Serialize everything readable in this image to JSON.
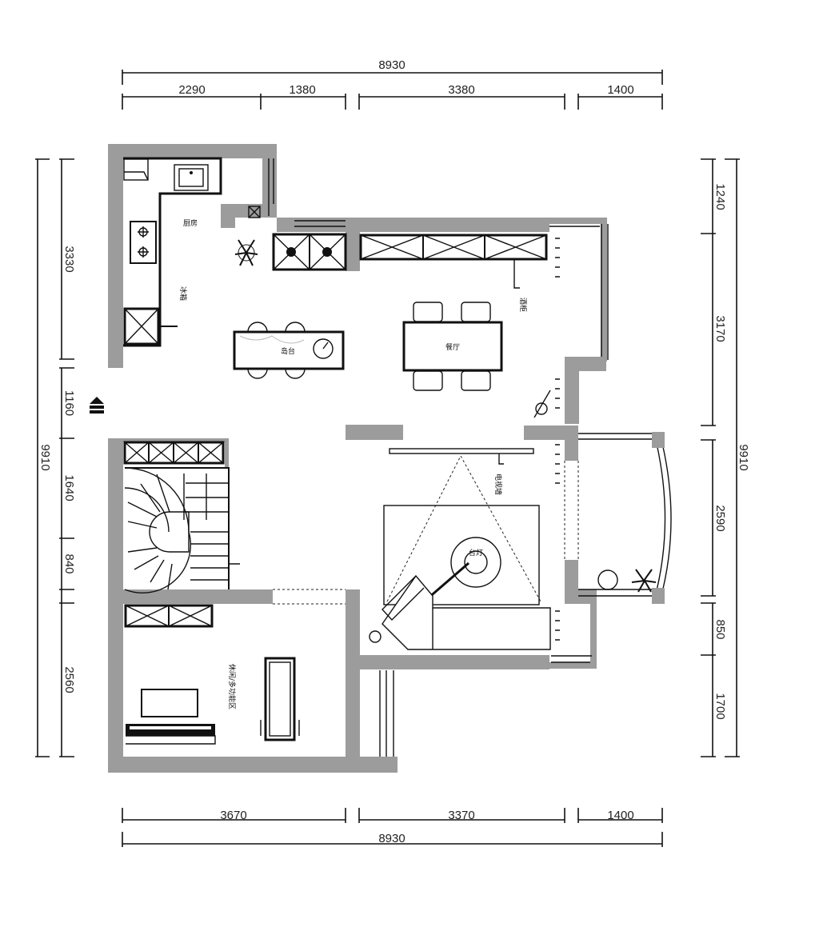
{
  "dimensions": {
    "top_total": "8930",
    "top_segments": [
      "2290",
      "1380",
      "3380",
      "1400"
    ],
    "bottom_segments": [
      "3670",
      "3370",
      "1400"
    ],
    "bottom_total": "8930",
    "left_total": "9910",
    "left_segments": [
      "3330",
      "1160",
      "1640",
      "840",
      "2560"
    ],
    "right_total": "9910",
    "right_segments": [
      "1240",
      "3170",
      "2590",
      "850",
      "1700"
    ]
  },
  "rooms": {
    "kitchen": "厨房",
    "island": "岛台",
    "dining": "餐厅",
    "study": "休闲/多功能区",
    "fridge": "冰箱",
    "tv_wall": "电视墙",
    "cabinet": "酒柜",
    "lamp": "台灯"
  },
  "colors": {
    "wall": "#9c9c9c",
    "line": "#111111"
  },
  "icons": [
    "entrance-arrow-icon",
    "sink-icon",
    "stove-icon",
    "plant-icon",
    "ceiling-lamp-icon"
  ]
}
